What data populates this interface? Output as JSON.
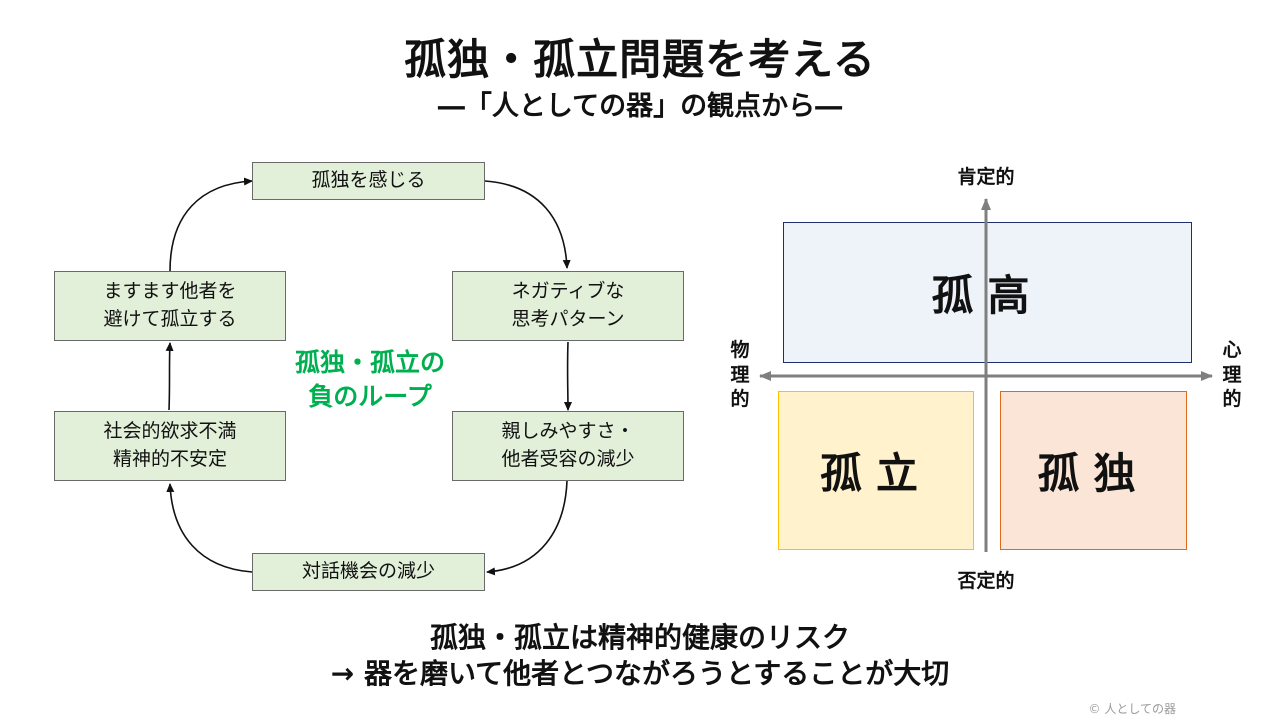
{
  "title": "孤独・孤立問題を考える",
  "subtitle": "―「人としての器」の観点から―",
  "loop": {
    "center_label": "孤独・孤立の\n負のループ",
    "boxes": {
      "top": "孤独を感じる",
      "right_upper": "ネガティブな\n思考パターン",
      "right_lower": "親しみやすさ・\n他者受容の減少",
      "bottom": "対話機会の減少",
      "left_lower": "社会的欲求不満\n精神的不安定",
      "left_upper": "ますます他者を\n避けて孤立する"
    }
  },
  "matrix": {
    "axis_top": "肯定的",
    "axis_bottom": "否定的",
    "axis_left": "物\n理\n的",
    "axis_right": "心\n理\n的",
    "quadrants": {
      "top": "孤高",
      "bottom_left": "孤立",
      "bottom_right": "孤独"
    },
    "colors": {
      "top_fill": "#eef3fa",
      "top_border": "#1f2f6b",
      "bottom_left_fill": "#fff2cc",
      "bottom_left_border": "#ffc000",
      "bottom_right_fill": "#fbe5d6",
      "bottom_right_border": "#e06a1b"
    }
  },
  "conclusion": {
    "line1": "孤独・孤立は精神的健康のリスク",
    "line2": "→ 器を磨いて他者とつながろうとすることが大切"
  },
  "copyright": "© 人としての器",
  "colors": {
    "loop_box_fill": "#e2efd9",
    "loop_label": "#00b050",
    "axis": "#7f7f7f"
  }
}
